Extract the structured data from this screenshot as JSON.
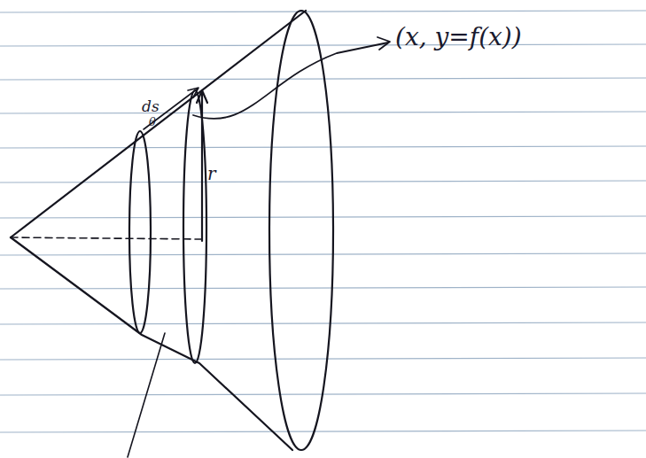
{
  "diagram": {
    "labels": [
      "ds",
      "θ",
      "(x, y=f(x))",
      "r"
    ]
  }
}
